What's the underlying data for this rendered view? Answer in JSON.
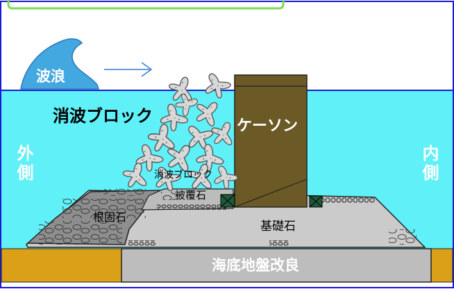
{
  "labels": {
    "wave": "波浪",
    "wave_block_main": "消波ブロック",
    "caisson": "ケーソン",
    "outer_side": "外側",
    "inner_side": "内側",
    "wave_block_small": "消波ブロック",
    "armor_stone": "被覆石",
    "root_stone": "根固石",
    "foundation_stone": "基礎石",
    "seabed_improvement": "海底地盤改良"
  },
  "colors": {
    "sea": "#5ff0f8",
    "water_line": "#1a1ad6",
    "wave": "#43a7e0",
    "caisson": "#6b5a26",
    "seabed": "#d9a018",
    "seabed_band": "#bdbdbd",
    "foundation": "#c8c8c8",
    "root_stone": "#8e8e8e",
    "frame_green": "#7ed957"
  }
}
